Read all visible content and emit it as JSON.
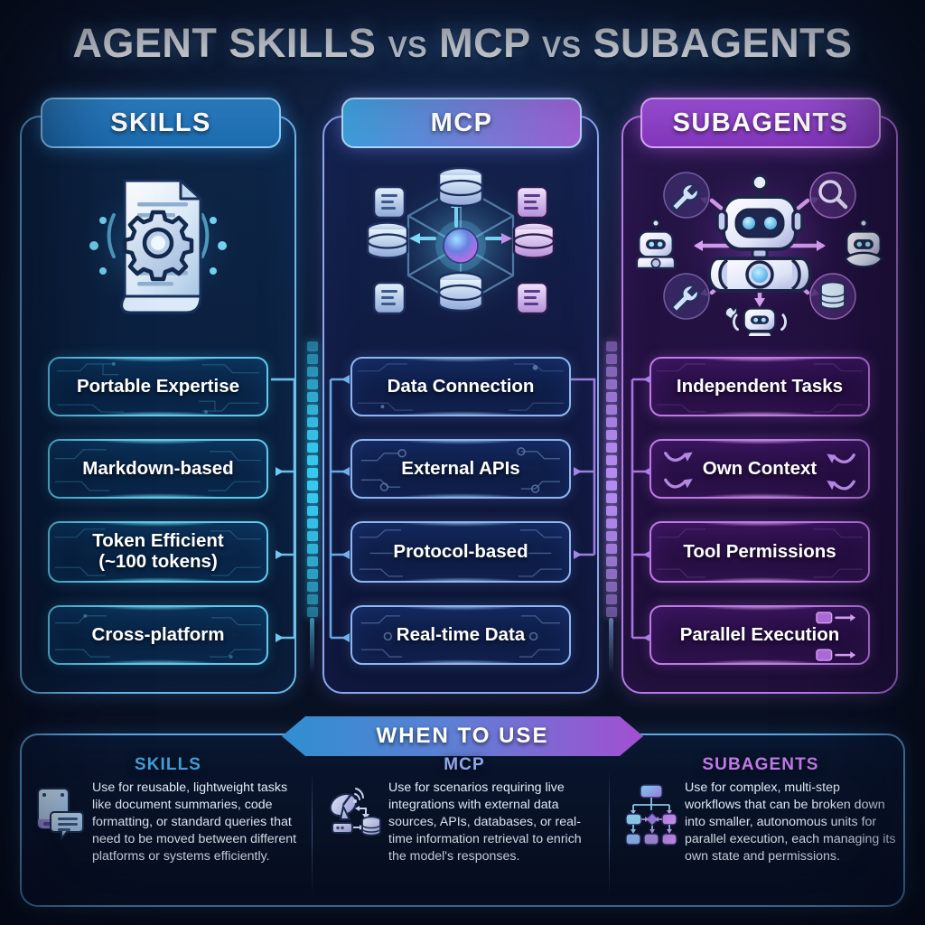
{
  "title": {
    "main1": "AGENT SKILLS",
    "vs1": "VS",
    "main2": "MCP",
    "vs2": "VS",
    "main3": "SUBAGENTS"
  },
  "colors": {
    "background": "#0a1226",
    "skills_accent": "#2b7fc4",
    "mcp_accent_start": "#3b9ed8",
    "mcp_accent_end": "#9c5fd2",
    "subagents_accent": "#9b4fd6",
    "skills_border": "#5fc9e8",
    "mcp_border": "#8fb6f0",
    "subagents_border": "#c07ae8"
  },
  "columns": [
    {
      "id": "skills",
      "header": "SKILLS",
      "hero_icon": "document-gear-icon",
      "features": [
        {
          "label": "Portable Expertise"
        },
        {
          "label": "Markdown-based"
        },
        {
          "label": "Token Efficient\n(~100 tokens)"
        },
        {
          "label": "Cross-platform"
        }
      ]
    },
    {
      "id": "mcp",
      "header": "MCP",
      "hero_icon": "network-hub-database-icon",
      "features": [
        {
          "label": "Data Connection"
        },
        {
          "label": "External APIs"
        },
        {
          "label": "Protocol-based"
        },
        {
          "label": "Real-time Data"
        }
      ]
    },
    {
      "id": "subagents",
      "header": "SUBAGENTS",
      "hero_icon": "robot-swarm-icon",
      "features": [
        {
          "label": "Independent Tasks"
        },
        {
          "label": "Own Context"
        },
        {
          "label": "Tool Permissions"
        },
        {
          "label": "Parallel Execution"
        }
      ]
    }
  ],
  "when_to_use": {
    "banner": "WHEN TO USE",
    "entries": [
      {
        "title": "SKILLS",
        "icon": "device-chat-icon",
        "text": "Use for reusable, lightweight tasks like document summaries, code formatting, or standard queries that need to be moved between different platforms or systems efficiently.",
        "color": "#3f9fd8"
      },
      {
        "title": "MCP",
        "icon": "satellite-database-icon",
        "text": "Use for scenarios requiring live integrations with external data sources, APIs, databases, or real-time information retrieval to enrich the model's responses.",
        "color": "#8fa8e8"
      },
      {
        "title": "SUBAGENTS",
        "icon": "org-tree-icon",
        "text": "Use for complex, multi-step workflows that can be broken down into smaller, autonomous units for parallel execution, each managing its own state and permissions.",
        "color": "#c07ae8"
      }
    ]
  }
}
